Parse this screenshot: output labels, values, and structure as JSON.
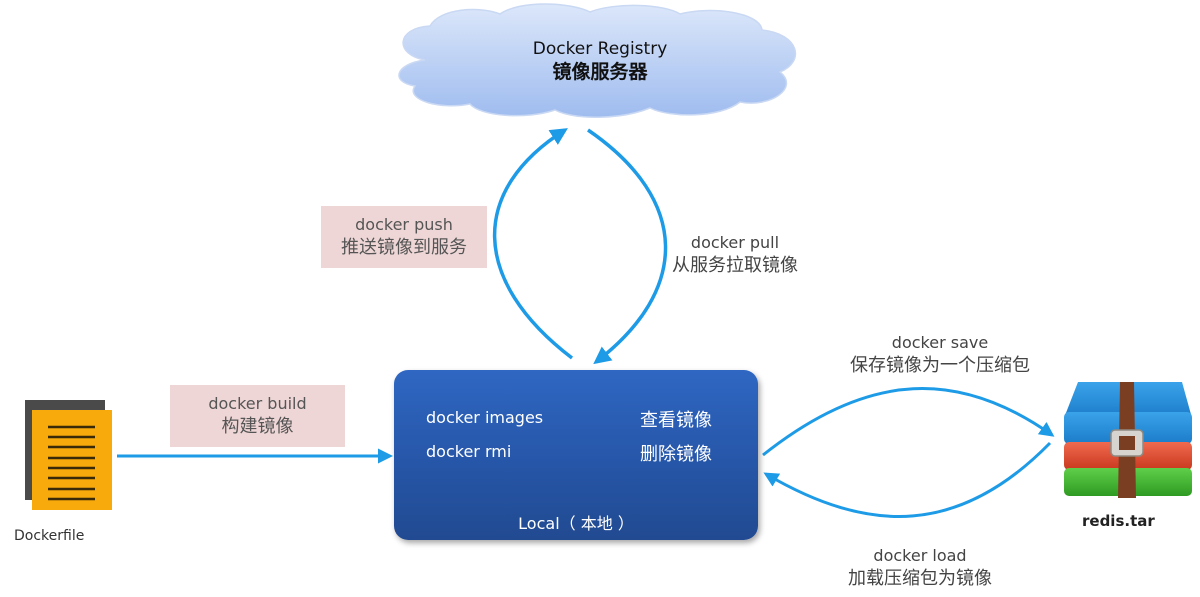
{
  "registry": {
    "title": "Docker Registry",
    "subtitle": "镜像服务器",
    "icon": "cloud-icon"
  },
  "local": {
    "commands": [
      {
        "command": "docker images",
        "description": "查看镜像"
      },
      {
        "command": "docker rmi",
        "description": "删除镜像"
      }
    ],
    "footer": "Local（ 本地 ）"
  },
  "dockerfile": {
    "caption": "Dockerfile",
    "icon": "document-icon"
  },
  "archive": {
    "caption": "redis.tar",
    "icon": "archive-icon"
  },
  "operations": {
    "build": {
      "command": "docker build",
      "description": "构建镜像"
    },
    "push": {
      "command": "docker push",
      "description": "推送镜像到服务"
    },
    "pull": {
      "command": "docker pull",
      "description": "从服务拉取镜像"
    },
    "save": {
      "command": "docker save",
      "description": "保存镜像为一个压缩包"
    },
    "load": {
      "command": "docker load",
      "description": "加载压缩包为镜像"
    }
  },
  "colors": {
    "arrow": "#1e9be6",
    "local_box": "#2a5db5",
    "label_box": "#efd6d6",
    "cloud": "#b7cdf3"
  }
}
